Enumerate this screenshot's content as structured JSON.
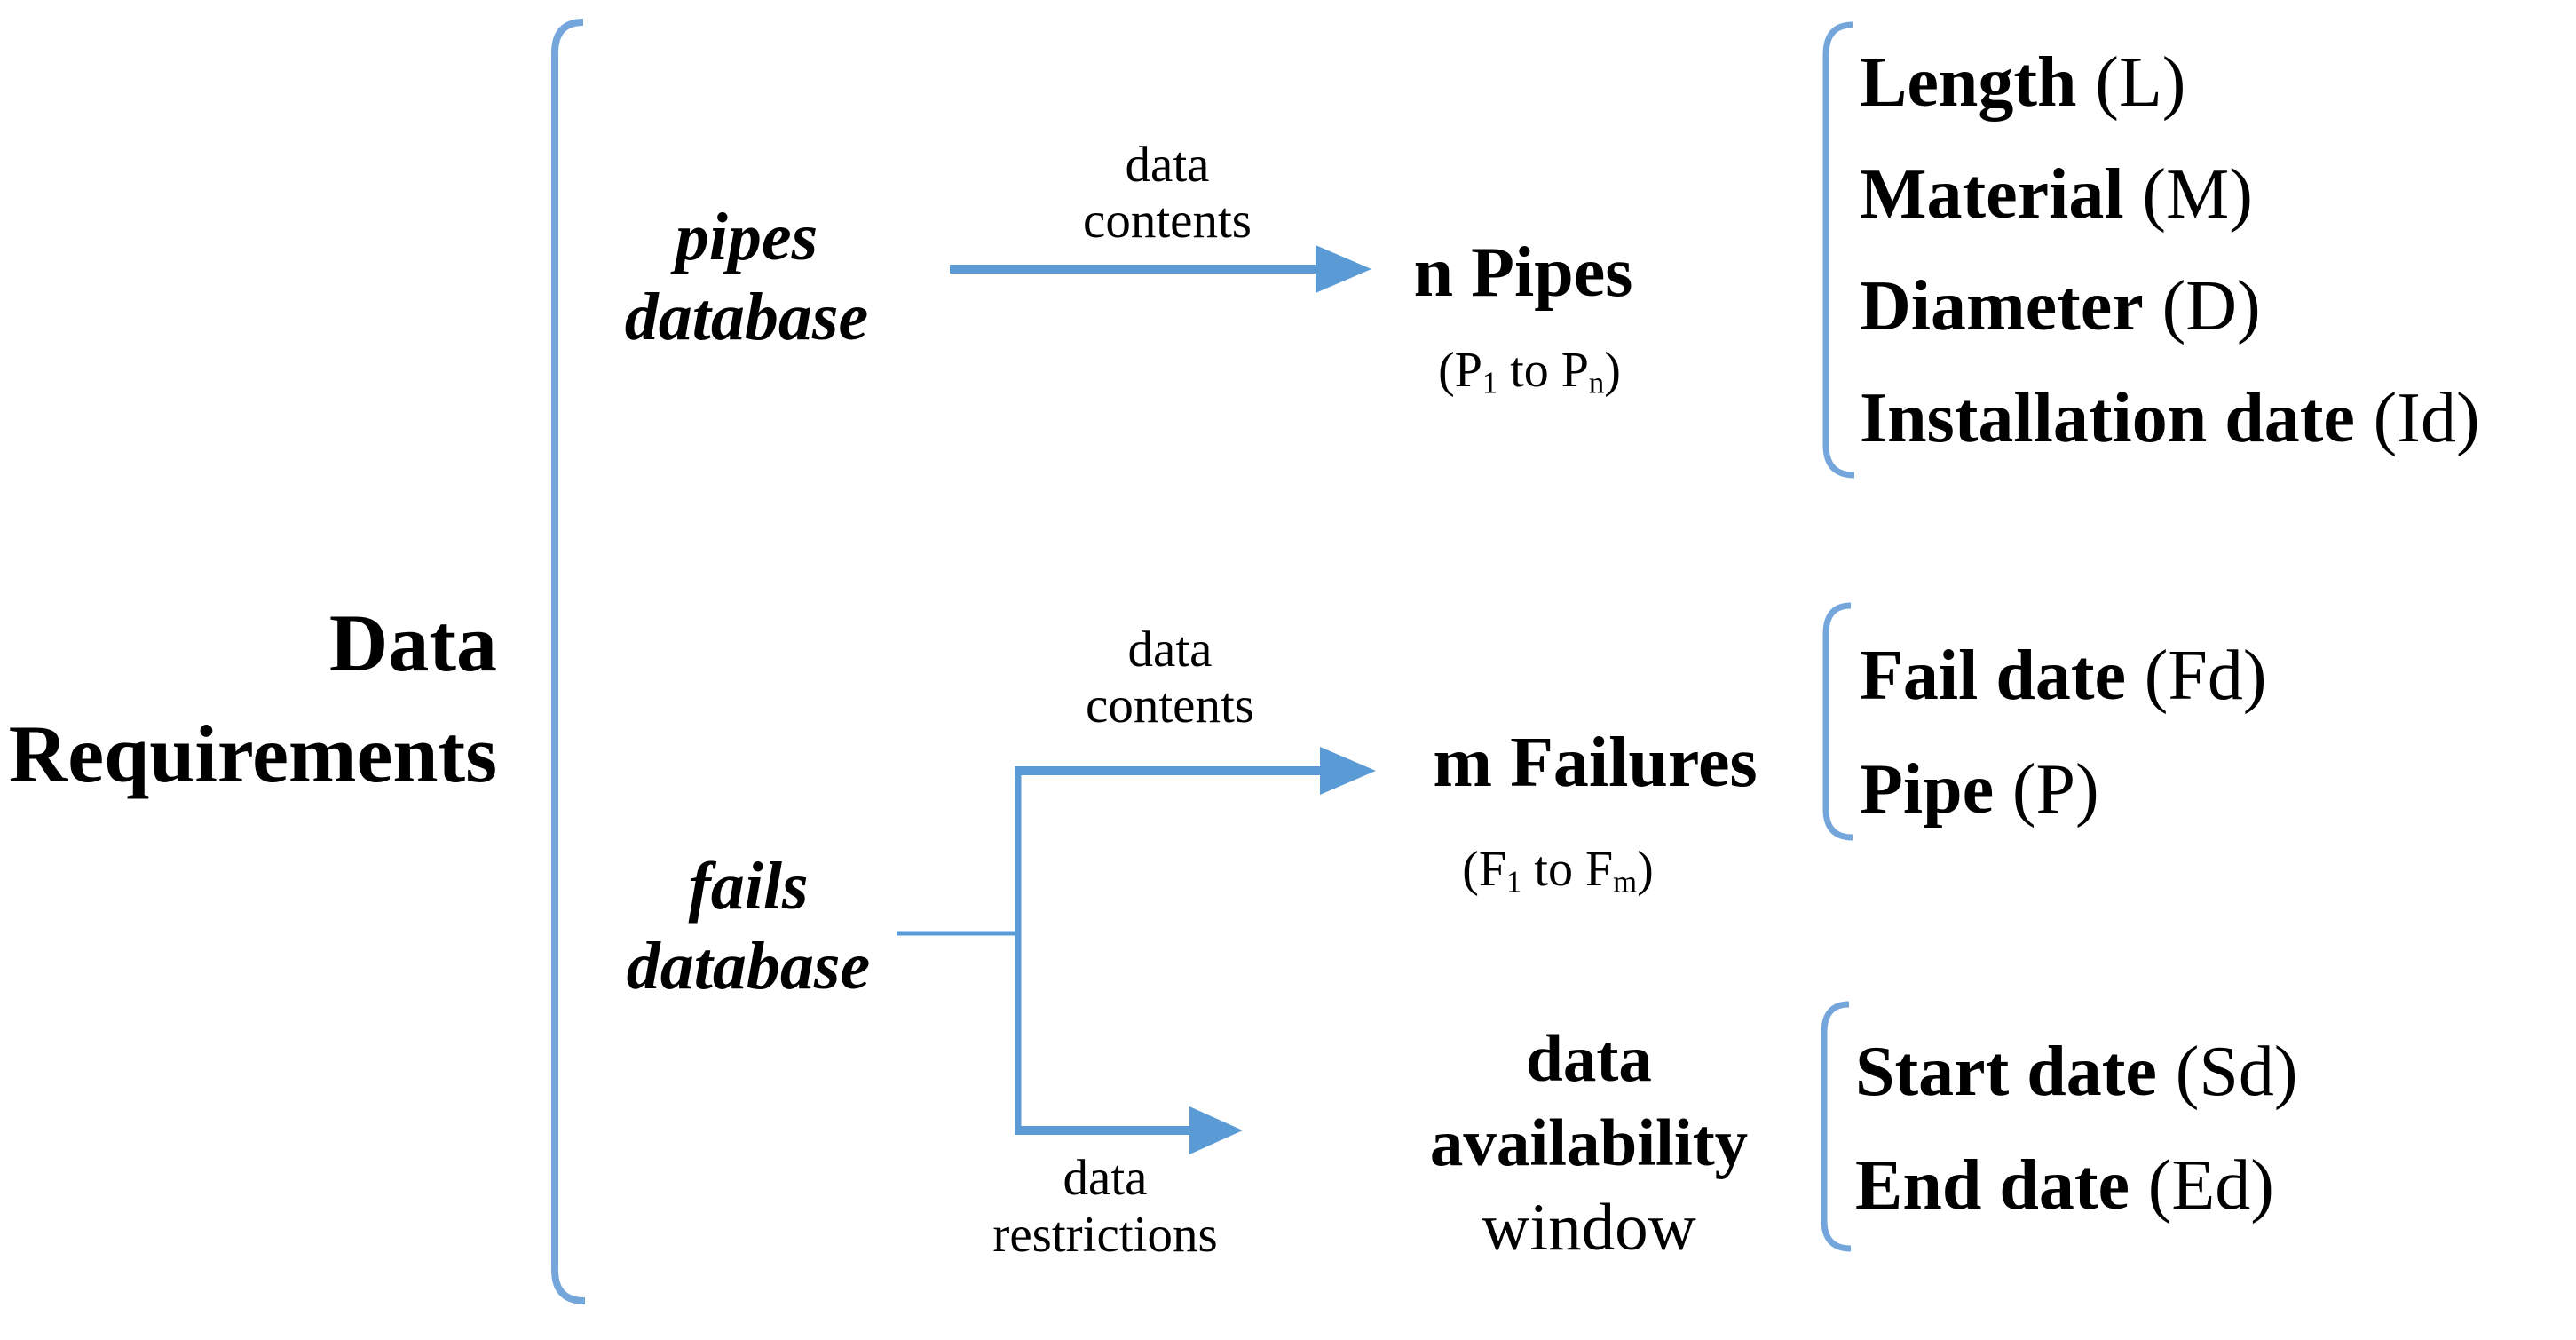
{
  "title": {
    "line1": "Data",
    "line2": "Requirements"
  },
  "nodes": {
    "pipes_db": {
      "line1": "pipes",
      "line2": "database"
    },
    "fails_db": {
      "line1": "fails",
      "line2": "database"
    },
    "n_pipes": {
      "label": "n Pipes",
      "range": {
        "open": "(P",
        "sub1": "1",
        "mid": " to P",
        "sub2": "n",
        "close": ")"
      }
    },
    "m_failures": {
      "label": "m Failures",
      "range": {
        "open": "(F",
        "sub1": "1",
        "mid": " to F",
        "sub2": "m",
        "close": ")"
      }
    },
    "availability": {
      "line1": "data",
      "line2": "availability",
      "line3": "window"
    }
  },
  "edge_labels": {
    "pipes_contents": {
      "line1": "data",
      "line2": "contents"
    },
    "fails_contents": {
      "line1": "data",
      "line2": "contents"
    },
    "fails_restrictions": {
      "line1": "data",
      "line2": "restrictions"
    }
  },
  "attributes": {
    "pipes": [
      {
        "name": "Length",
        "paren": "(L)"
      },
      {
        "name": "Material",
        "paren": "(M)"
      },
      {
        "name": "Diameter",
        "paren": "(D)"
      },
      {
        "name": "Installation date",
        "paren": "(Id)"
      }
    ],
    "failures": [
      {
        "name": "Fail date",
        "paren": "(Fd)"
      },
      {
        "name": "Pipe",
        "paren": "(P)"
      }
    ],
    "window": [
      {
        "name": "Start date",
        "paren": "(Sd)"
      },
      {
        "name": "End date",
        "paren": "(Ed)"
      }
    ]
  },
  "colors": {
    "arrow_blue": "#5b9bd5",
    "bracket_blue": "#74a6db",
    "text_black": "#000000",
    "background": "#ffffff"
  }
}
